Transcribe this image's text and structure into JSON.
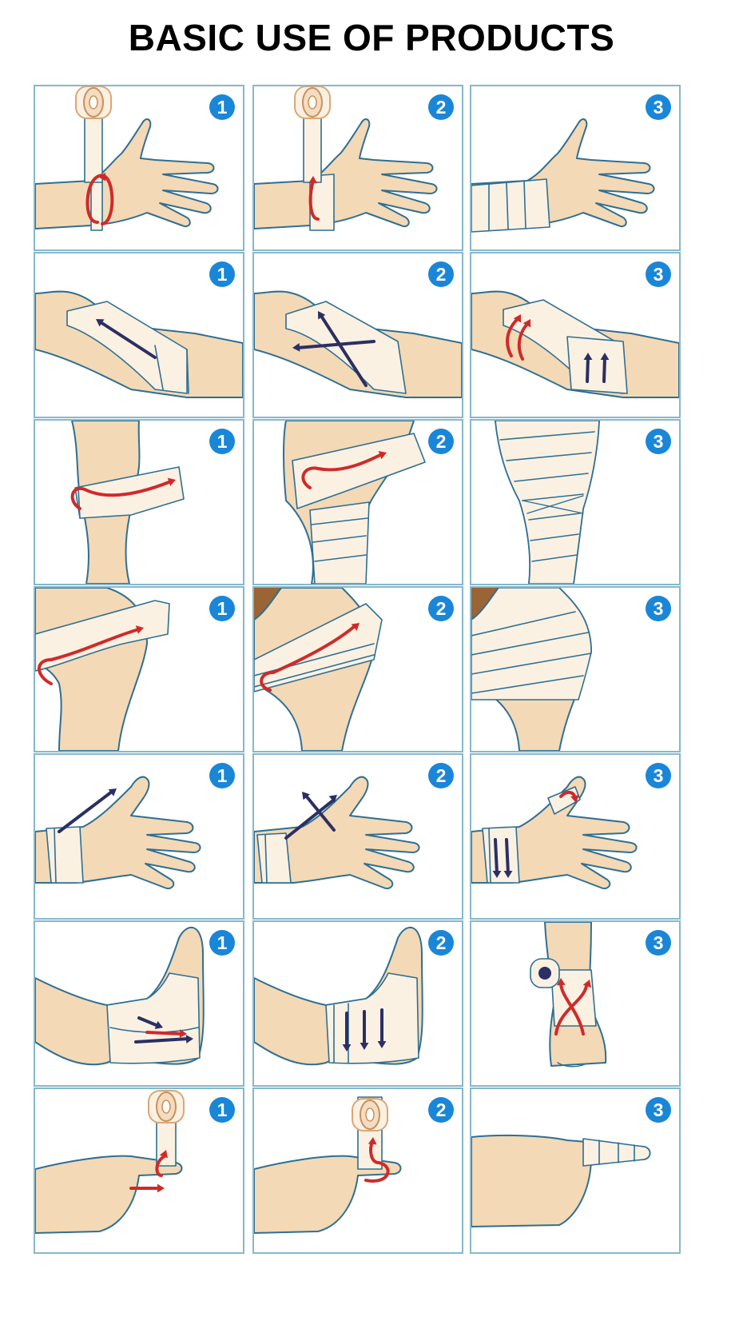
{
  "title": "BASIC USE OF PRODUCTS",
  "colors": {
    "skin": "#f3d9b5",
    "skin_outline": "#2e6f94",
    "bandage": "#fbf1e2",
    "arrow_red": "#cf2a2a",
    "arrow_dark": "#2b2f63",
    "badge": "#1a86d8",
    "panel_border": "#86b8cc",
    "hair_brown": "#9a6434"
  },
  "rows": [
    {
      "part": "wrist",
      "steps": [
        "1",
        "2",
        "3"
      ]
    },
    {
      "part": "elbow",
      "steps": [
        "1",
        "2",
        "3"
      ]
    },
    {
      "part": "knee",
      "steps": [
        "1",
        "2",
        "3"
      ]
    },
    {
      "part": "thigh",
      "steps": [
        "1",
        "2",
        "3"
      ]
    },
    {
      "part": "hand-thumb",
      "steps": [
        "1",
        "2",
        "3"
      ]
    },
    {
      "part": "ankle",
      "steps": [
        "1",
        "2",
        "3"
      ]
    },
    {
      "part": "finger",
      "steps": [
        "1",
        "2",
        "3"
      ]
    }
  ]
}
